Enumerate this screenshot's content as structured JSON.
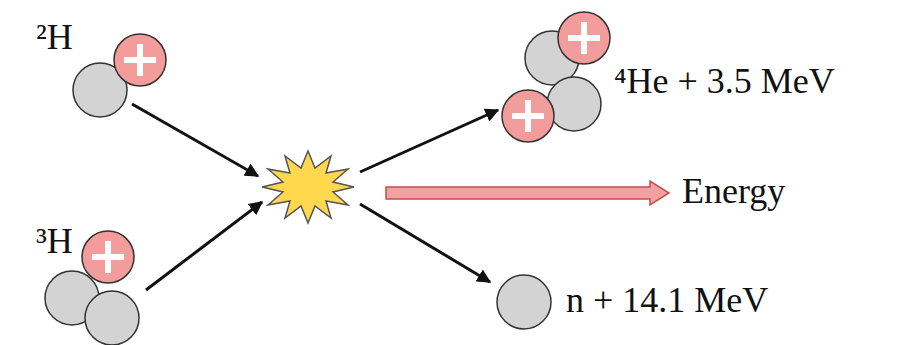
{
  "diagram": {
    "labels": [
      "²H",
      "³H",
      "⁴He + 3.5 MeV",
      "Energy",
      "n + 14.1 MeV"
    ]
  }
}
